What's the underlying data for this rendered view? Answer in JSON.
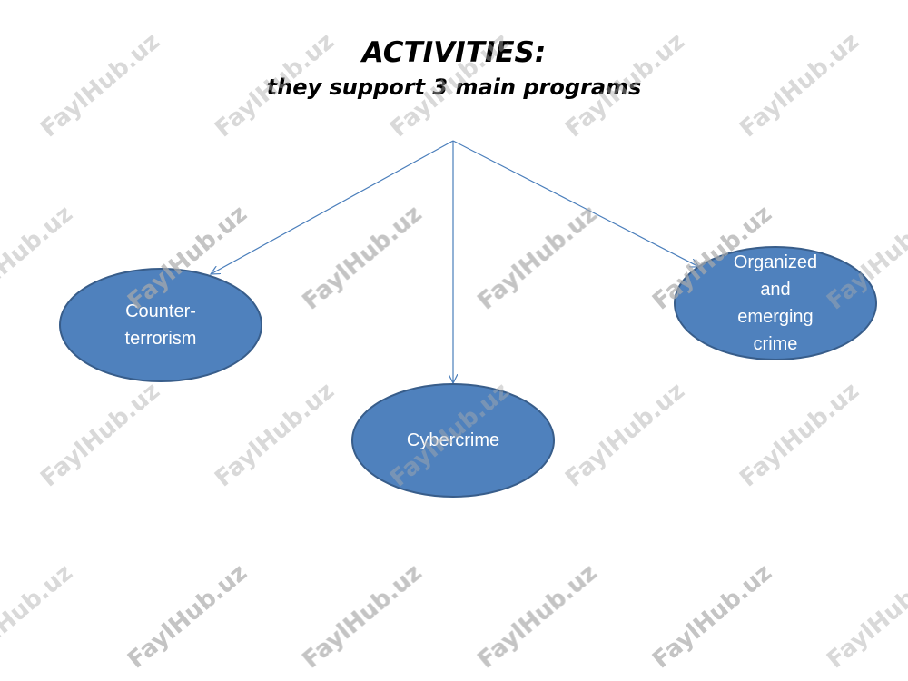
{
  "slide": {
    "title": "ACTIVITIES:",
    "subtitle": "they support 3 main programs"
  },
  "nodes": [
    {
      "id": "counter-terrorism",
      "label": "Counter-\nterrorism"
    },
    {
      "id": "cybercrime",
      "label": "Cybercrime"
    },
    {
      "id": "organized-crime",
      "label": "Organized\nand\nemerging\ncrime"
    }
  ],
  "colors": {
    "node_fill": "#4f81bd",
    "node_stroke": "#385d8a",
    "arrow": "#4a7ebb",
    "text_on_node": "#ffffff"
  },
  "watermark": {
    "text": "FaylHub.uz"
  }
}
